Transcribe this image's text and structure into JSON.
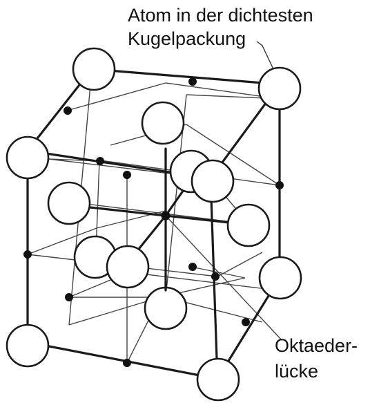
{
  "labels": {
    "atom_line1": "Atom in der dichtesten",
    "atom_line2": "Kugelpackung",
    "octa_line1": "Oktaeder-",
    "octa_line2": "lücke"
  },
  "colors": {
    "line": "#222222",
    "sphere_fill": "#ffffff",
    "sphere_stroke": "#222222",
    "background": "#ffffff"
  }
}
